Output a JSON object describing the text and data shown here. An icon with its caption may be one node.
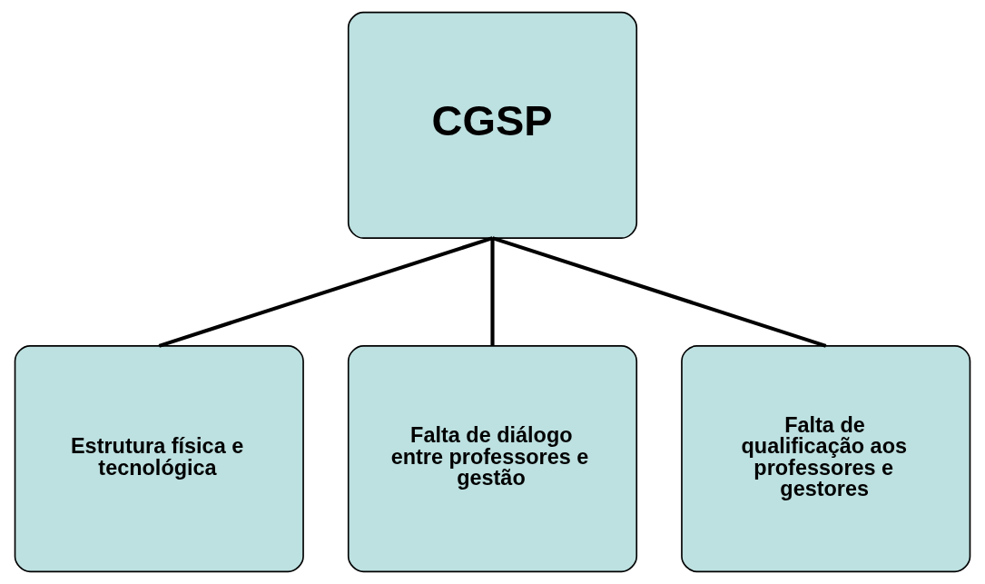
{
  "diagram": {
    "nodes": [
      {
        "text": [
          "CGSP"
        ]
      },
      {
        "text": [
          "Estrutura física e tecnológica"
        ]
      },
      {
        "text": [
          "Falta de diálogo entre professores e gestão"
        ]
      },
      {
        "text": [
          "Falta de qualificação aos professores e gestores"
        ]
      }
    ],
    "edges": [
      {
        "from": 0,
        "to": 1,
        "arrow": "none"
      },
      {
        "from": 0,
        "to": 2,
        "arrow": "none"
      },
      {
        "from": 0,
        "to": 3,
        "arrow": "none"
      }
    ]
  }
}
